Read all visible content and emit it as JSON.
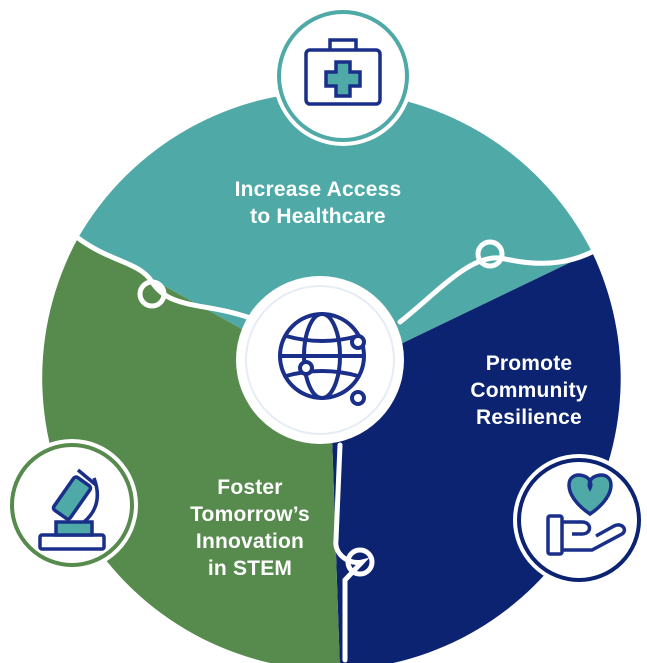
{
  "segments": [
    {
      "id": "healthcare",
      "lines": [
        "Increase Access",
        "to Healthcare"
      ],
      "color": "#4fa9a7",
      "icon": "medical-kit-icon"
    },
    {
      "id": "resilience",
      "lines": [
        "Promote",
        "Community",
        "Resilience"
      ],
      "color": "#0c2371",
      "icon": "hand-heart-icon"
    },
    {
      "id": "stem",
      "lines": [
        "Foster",
        "Tomorrow’s",
        "Innovation",
        "in STEM"
      ],
      "color": "#578b4e",
      "icon": "microscope-icon"
    }
  ],
  "center_icon": "globe-network-icon",
  "colors": {
    "teal": "#4fa9a7",
    "navy": "#0c2371",
    "green": "#578b4e",
    "icon_stroke": "#1a2f8a"
  }
}
